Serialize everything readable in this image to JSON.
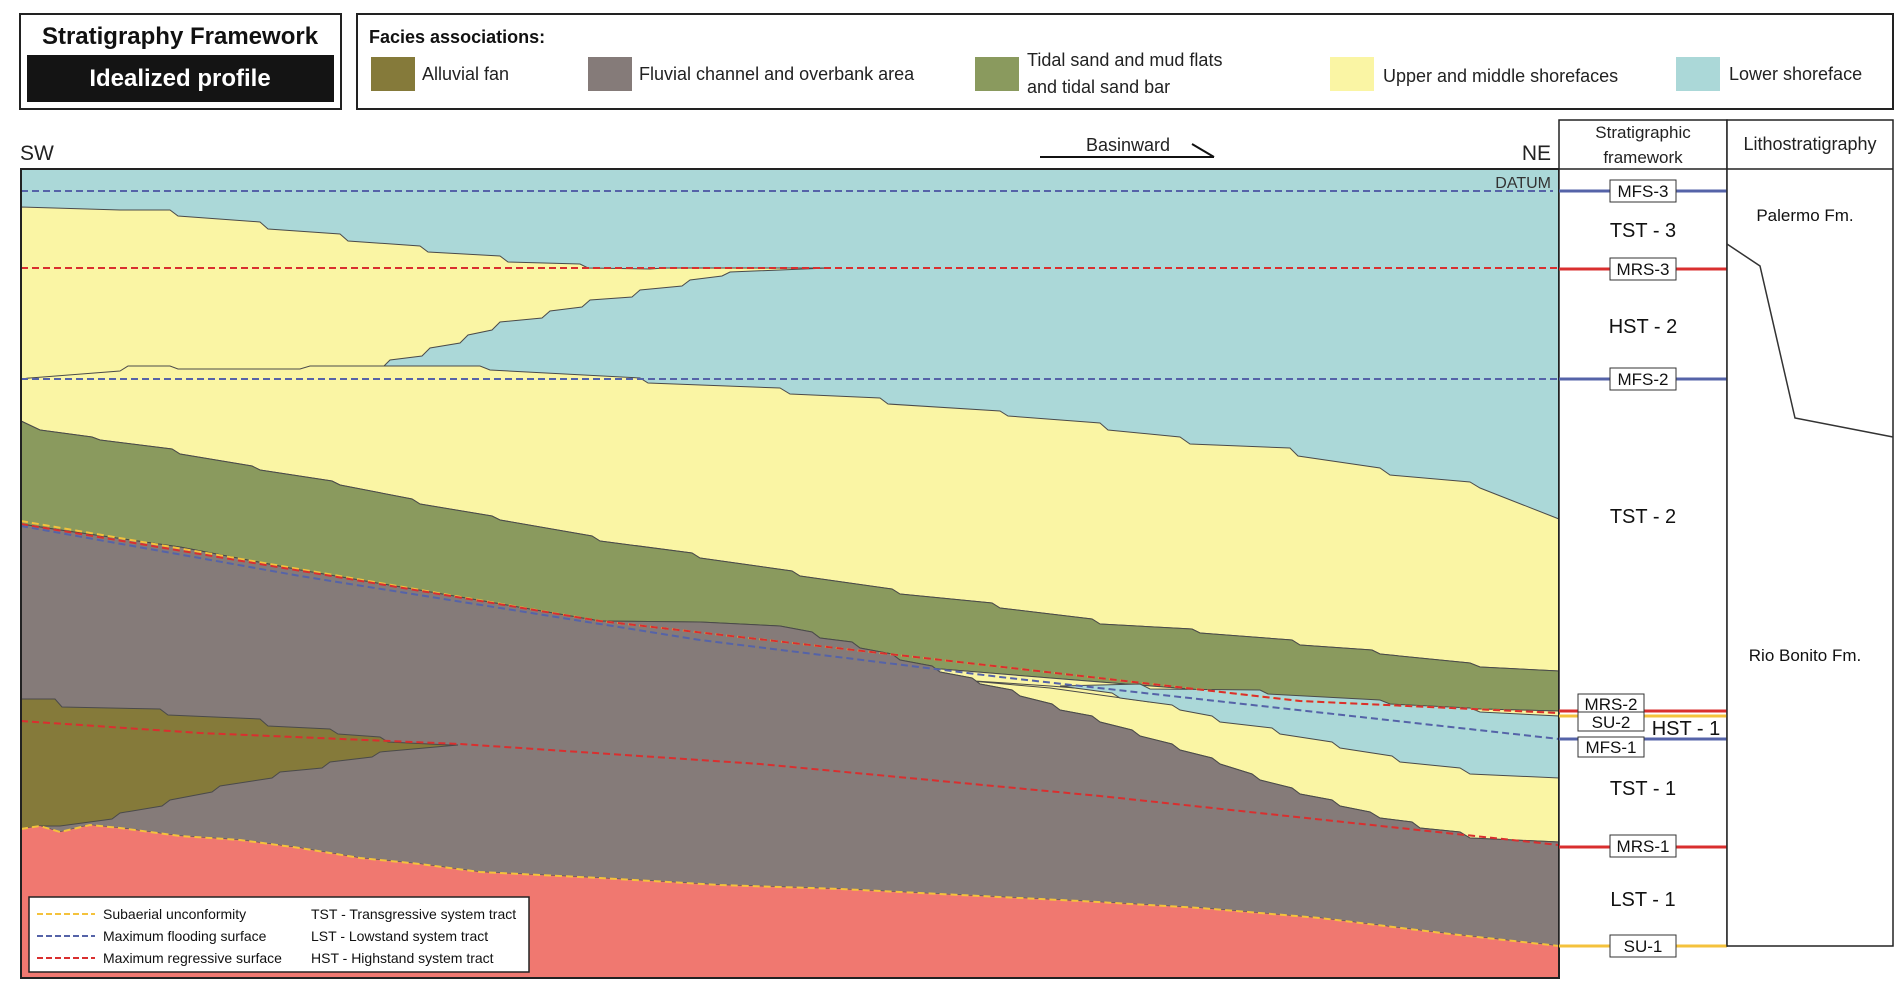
{
  "title_box": {
    "title": "Stratigraphy Framework",
    "subtitle": "Idealized profile"
  },
  "legend": {
    "heading": "Facies associations:",
    "items": [
      {
        "key": "alluvial",
        "lines": [
          "Alluvial fan"
        ],
        "color": "#857a3a"
      },
      {
        "key": "fluvial",
        "lines": [
          "Fluvial channel and overbank area"
        ],
        "color": "#857b79"
      },
      {
        "key": "tidal",
        "lines": [
          "Tidal sand  and mud flats",
          "and tidal sand bar"
        ],
        "color": "#8a9a5e"
      },
      {
        "key": "upper",
        "lines": [
          "Upper and middle shorefaces"
        ],
        "color": "#faf5a4"
      },
      {
        "key": "lower",
        "lines": [
          "Lower shoreface"
        ],
        "color": "#abd8d8"
      }
    ]
  },
  "profile": {
    "sw_label": "SW",
    "ne_label": "NE",
    "direction_label": "Basinward",
    "datum_label": "DATUM",
    "basement_color": "#f07870"
  },
  "columns": {
    "framework_header": [
      "Stratigraphic",
      "framework"
    ],
    "litho_header": "Lithostratigraphy",
    "surfaces": [
      {
        "label": "MFS-3",
        "color": "#5563a8"
      },
      {
        "label": "MRS-3",
        "color": "#d92f2f"
      },
      {
        "label": "MFS-2",
        "color": "#5563a8"
      },
      {
        "label": "MRS-2",
        "color": "#d92f2f"
      },
      {
        "label": "SU-2",
        "color": "#f4c23c"
      },
      {
        "label": "MFS-1",
        "color": "#5563a8"
      },
      {
        "label": "MRS-1",
        "color": "#d92f2f"
      },
      {
        "label": "SU-1",
        "color": "#f4c23c"
      }
    ],
    "tracts": [
      "TST - 3",
      "HST - 2",
      "TST - 2",
      "HST - 1",
      "TST - 1",
      "LST - 1"
    ],
    "formations": [
      "Palermo Fm.",
      "Rio Bonito Fm."
    ]
  },
  "line_legend": {
    "surfaces": [
      {
        "label": "Subaerial unconformity",
        "color": "#f4c23c"
      },
      {
        "label": "Maximum flooding surface",
        "color": "#5563a8"
      },
      {
        "label": "Maximum regressive surface",
        "color": "#d92f2f"
      }
    ],
    "tracts": [
      "TST - Transgressive system tract",
      "LST - Lowstand system tract",
      "HST - Highstand system tract"
    ]
  }
}
